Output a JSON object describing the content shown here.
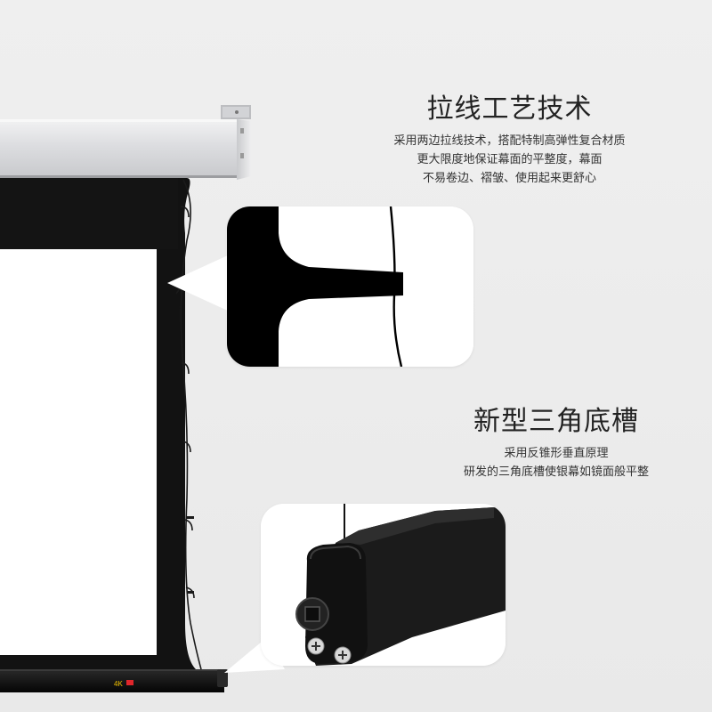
{
  "feature_tensioning": {
    "title": "拉线工艺技术",
    "lines": [
      "采用两边拉线技术，搭配特制高弹性复合材质",
      "更大限度地保证幕面的平整度，幕面",
      "不易卷边、褶皱、使用起来更舒心"
    ],
    "icon": "side-tension-wire-closeup"
  },
  "feature_bottom_bar": {
    "title": "新型三角底槽",
    "lines": [
      "采用反锥形垂直原理",
      "研发的三角底槽使银幕如镜面般平整"
    ],
    "icon": "triangular-bottom-bar-closeup"
  },
  "product": {
    "badge": "4K",
    "colors": {
      "housing": "#d7d8da",
      "border": "#111111",
      "surface": "#ffffff",
      "accent": "#e0262b"
    }
  }
}
